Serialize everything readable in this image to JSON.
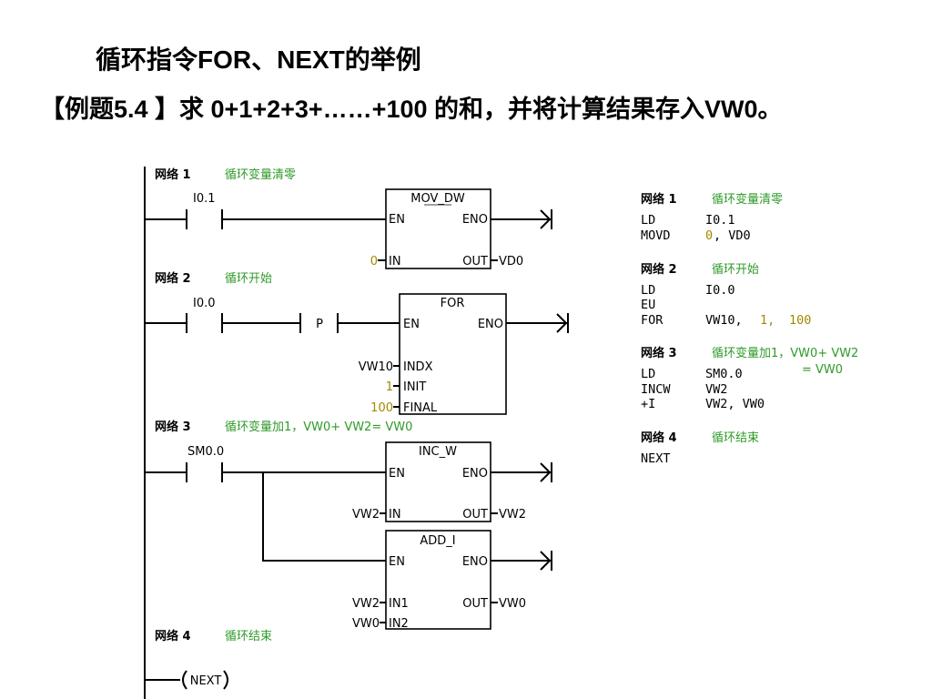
{
  "slide": {
    "title": "循环指令FOR、NEXT的举例",
    "example_line": "【例题5.4 】求 0+1+2+3+……+100 的和，并将计算结果存入VW0。"
  },
  "ladder": {
    "net1": {
      "label": "网络 1",
      "comment": "循环变量清零",
      "contact": "I0.1",
      "box": "MOV_DW",
      "in_value": "0",
      "in_pin": "IN",
      "out_pin": "OUT",
      "out_value": "VD0"
    },
    "net2": {
      "label": "网络 2",
      "comment": "循环开始",
      "contact": "I0.0",
      "edge": "P",
      "box": "FOR",
      "indx_value": "VW10",
      "indx_pin": "INDX",
      "init_value": "1",
      "init_pin": "INIT",
      "final_value": "100",
      "final_pin": "FINAL"
    },
    "net3": {
      "label": "网络 3",
      "comment": "循环变量加1，VW0+ VW2= VW0",
      "contact": "SM0.0",
      "box1": "INC_W",
      "box1_in": "VW2",
      "box1_out": "VW2",
      "box2": "ADD_I",
      "box2_in1": "VW2",
      "box2_in2": "VW0",
      "box2_out": "VW0",
      "in_pin": "IN",
      "in1_pin": "IN1",
      "in2_pin": "IN2",
      "out_pin": "OUT"
    },
    "net4": {
      "label": "网络 4",
      "comment": "循环结束",
      "coil": "NEXT"
    },
    "en": "EN",
    "eno": "ENO"
  },
  "stl": {
    "net1": {
      "label": "网络 1",
      "comment": "循环变量清零",
      "l1_op": "LD",
      "l1_arg": "I0.1",
      "l2_op": "MOVD",
      "l2_a": "0",
      "l2_b": ", VD0"
    },
    "net2": {
      "label": "网络 2",
      "comment": "循环开始",
      "l1_op": "LD",
      "l1_arg": "I0.0",
      "l2_op": "EU",
      "l3_op": "FOR",
      "l3_a": "VW10,",
      "l3_b": "1,",
      "l3_c": "100"
    },
    "net3": {
      "label": "网络 3",
      "comment1": "循环变量加1，VW0+ VW2",
      "comment2": "= VW0",
      "l1_op": "LD",
      "l1_arg": "SM0.0",
      "l2_op": "INCW",
      "l2_arg": "VW2",
      "l3_op": "+I",
      "l3_arg": "VW2, VW0"
    },
    "net4": {
      "label": "网络 4",
      "comment": "循环结束",
      "l1_op": "NEXT"
    }
  },
  "colors": {
    "comment": "#2e9a28",
    "constant": "#a08a00"
  }
}
